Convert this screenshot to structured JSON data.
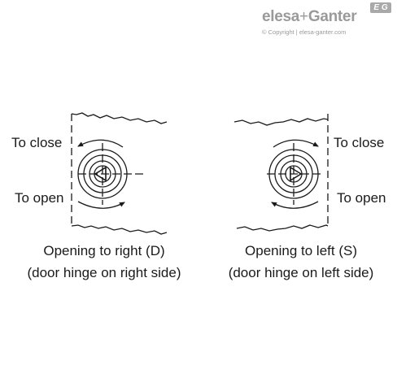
{
  "logo": {
    "brand_left": "elesa",
    "plus": "+",
    "brand_right": "Ganter",
    "badge": "E G",
    "copyright": "© Copyright | elesa-ganter.com"
  },
  "left_panel": {
    "close_label": "To close",
    "open_label": "To open",
    "caption_line1": "Opening to right (D)",
    "caption_line2": "(door hinge on right side)"
  },
  "right_panel": {
    "close_label": "To close",
    "open_label": "To open",
    "caption_line1": "Opening to left (S)",
    "caption_line2": "(door hinge on left side)"
  }
}
